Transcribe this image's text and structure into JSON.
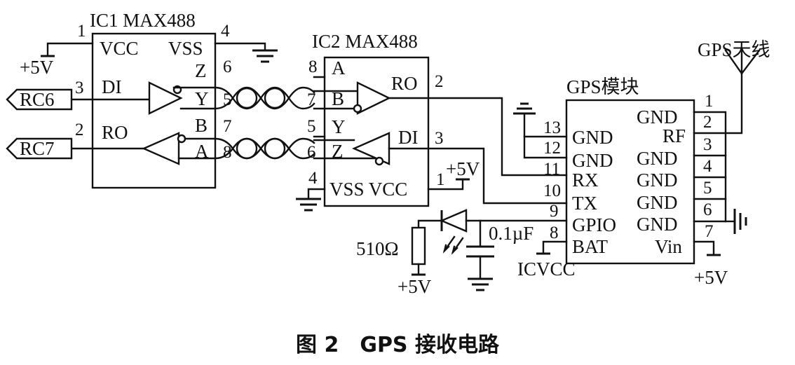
{
  "caption": "图 2　GPS 接收电路",
  "ic1": {
    "title": "IC1 MAX488",
    "vcc": "VCC",
    "vss": "VSS",
    "di": "DI",
    "ro": "RO",
    "z": "Z",
    "y": "Y",
    "b": "B",
    "a": "A",
    "pin1": "1",
    "pin4": "4",
    "pin3": "3",
    "pin2": "2",
    "pin6": "6",
    "pin5": "5",
    "pin7": "7",
    "pin8": "8"
  },
  "ic2": {
    "title": "IC2 MAX488",
    "a": "A",
    "b": "B",
    "y": "Y",
    "z": "Z",
    "ro": "RO",
    "di": "DI",
    "vss_vcc": "VSS VCC",
    "pin8": "8",
    "pin7": "7",
    "pin5": "5",
    "pin6": "6",
    "pin4": "4",
    "pin2": "2",
    "pin3": "3",
    "pin1": "1"
  },
  "gps": {
    "title": "GPS模块",
    "antenna": "GPS天线",
    "left_pins": [
      {
        "num": "13",
        "name": "GND"
      },
      {
        "num": "12",
        "name": "GND"
      },
      {
        "num": "11",
        "name": "RX"
      },
      {
        "num": "10",
        "name": "TX"
      },
      {
        "num": "9",
        "name": "GPIO"
      },
      {
        "num": "8",
        "name": "BAT"
      }
    ],
    "right_pins": [
      {
        "num": "1",
        "name": "GND"
      },
      {
        "num": "2",
        "name": "RF"
      },
      {
        "num": "3",
        "name": "GND"
      },
      {
        "num": "4",
        "name": "GND"
      },
      {
        "num": "5",
        "name": "GND"
      },
      {
        "num": "6",
        "name": "GND"
      },
      {
        "num": "7",
        "name": "Vin"
      }
    ]
  },
  "labels": {
    "rc6": "RC6",
    "rc7": "RC7",
    "plus5v": "+5V",
    "ic1_5v": "+5V",
    "ic2_5v": "+5V",
    "res_5v": "+5V",
    "vin_5v": "+5V",
    "resistor": "510Ω",
    "capacitor": "0.1µF",
    "icvcc": "ICVCC"
  }
}
